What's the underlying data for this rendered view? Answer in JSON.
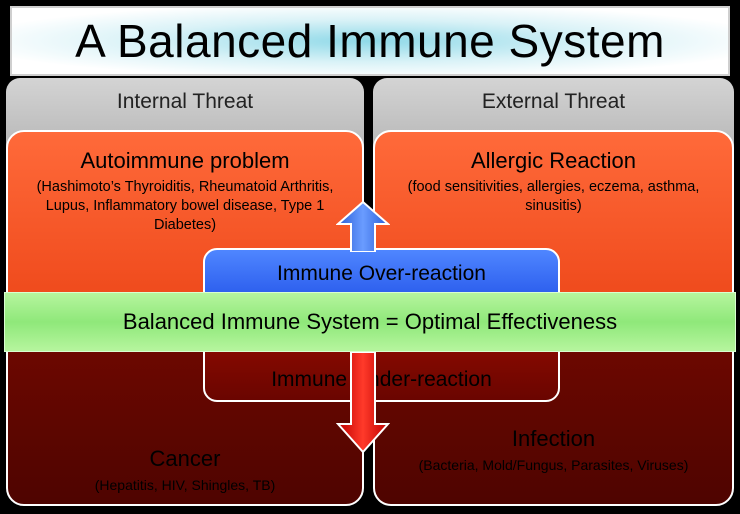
{
  "title": "A Balanced Immune System",
  "headers": {
    "internal": "Internal Threat",
    "external": "External Threat"
  },
  "over_reaction": {
    "internal": {
      "title": "Autoimmune problem",
      "details": "(Hashimoto’s Thyroiditis, Rheumatoid Arthritis, Lupus, Inflammatory bowel disease, Type 1 Diabetes)"
    },
    "external": {
      "title": "Allergic Reaction",
      "details": "(food sensitivities, allergies, eczema, asthma, sinusitis)"
    },
    "label": "Immune Over-reaction"
  },
  "balance_label": "Balanced Immune System = Optimal Effectiveness",
  "under_reaction": {
    "label": "Immune Under-reaction",
    "internal": {
      "title": "Cancer",
      "details": "(Hepatitis, HIV, Shingles, TB)"
    },
    "external": {
      "title": "Infection",
      "details": "(Bacteria, Mold/Fungus, Parasites, Viruses)"
    }
  },
  "colors": {
    "over": "#ef4a1c",
    "under": "#4e0400",
    "over_reaction_box": "#2d5fee",
    "balance": "#8fe87a",
    "arrow_up": "#3a78f0",
    "arrow_down": "#e81010"
  },
  "icons": {
    "up": "arrow-up-icon",
    "down": "arrow-down-icon"
  }
}
